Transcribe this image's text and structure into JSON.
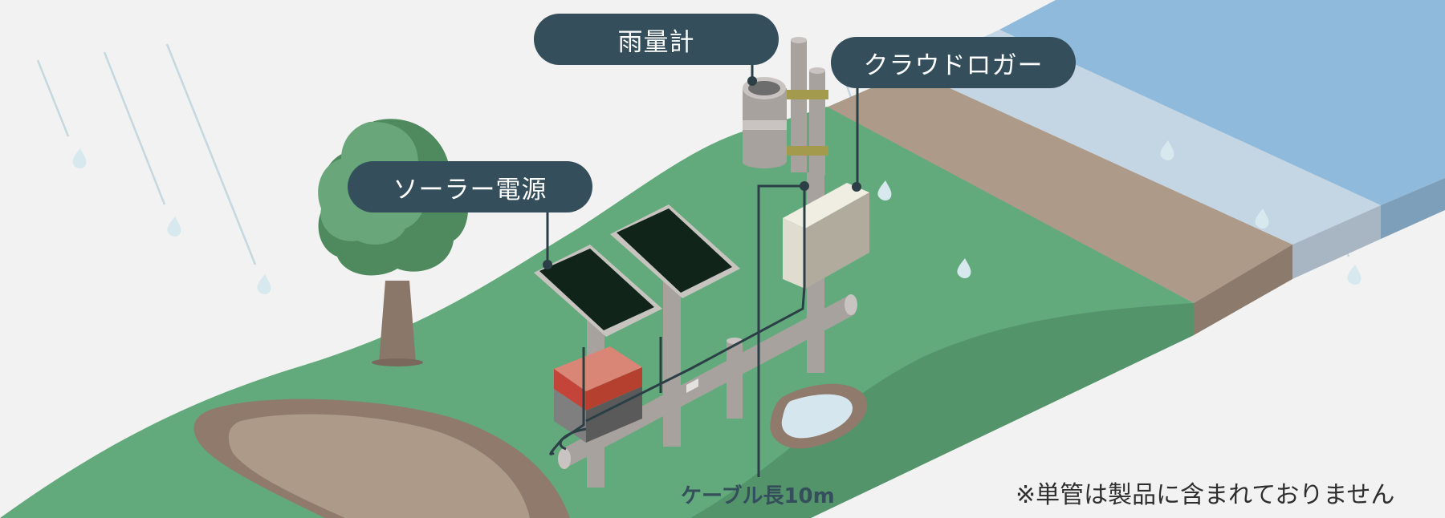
{
  "labels": {
    "rain_gauge": "雨量計",
    "cloud_logger": "クラウドロガー",
    "solar_power": "ソーラー電源",
    "cable_length": "ケーブル長10m",
    "note": "※単管は製品に含まれておりません"
  },
  "colors": {
    "background": "#f2f2f2",
    "grass": "#62aa7c",
    "grass_dark": "#54946b",
    "soil": "#ad9a88",
    "river": "#8fbadb",
    "callout": "#344e5c",
    "pipe": "#a8a29f",
    "panel": "#10241a"
  }
}
